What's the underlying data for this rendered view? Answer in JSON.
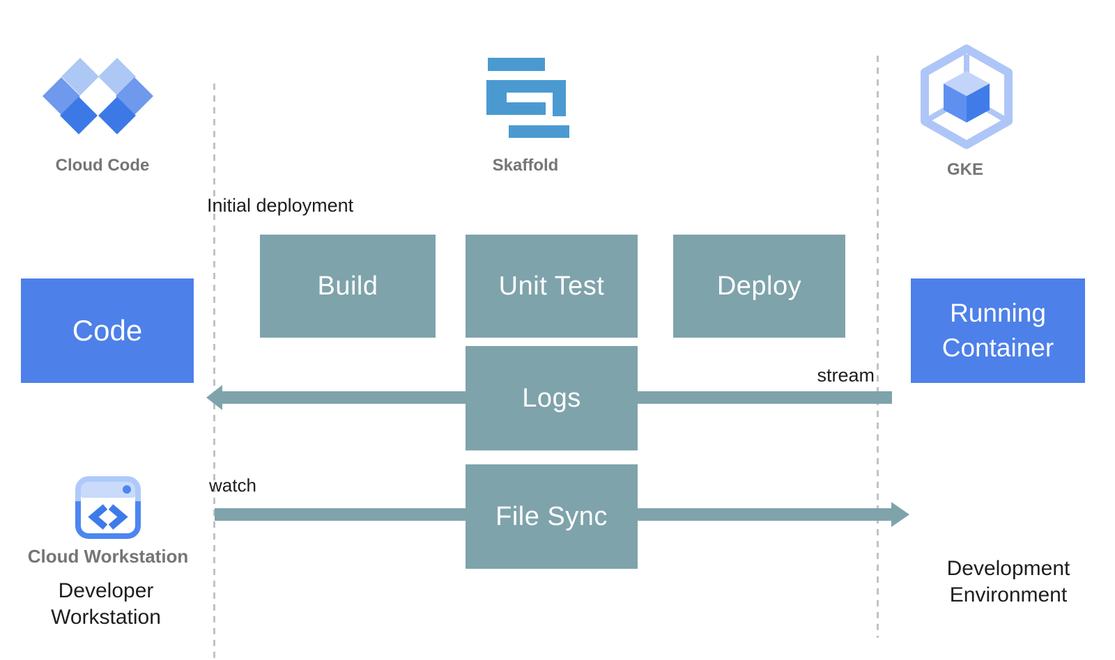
{
  "colors": {
    "background": "#ffffff",
    "process_box": "#7FA3AB",
    "arrow": "#7FA3AB",
    "endpoint_box": "#4D80E9",
    "icon_label_gray": "#757575",
    "text_black": "#1E1E1E",
    "skaffold_blue": "#4A9AD1",
    "cloud_code_light": "#ADC8F4",
    "cloud_code_mid": "#6E99EC",
    "cloud_code_dark": "#3D79E6",
    "gke_outline": "#AEC6F7",
    "gke_cube_top": "#C3D4F9",
    "gke_cube_left": "#5F90F0",
    "gke_cube_right": "#417BE9",
    "workstation_frame_light": "#AFCAF8",
    "workstation_frame_dark": "#4C86F0",
    "workstation_titlebar": "#C9DAFB",
    "workstation_chevrons": "#3D7BE8",
    "divider_gray": "#BFC3C6"
  },
  "header": {
    "cloud_code_label": "Cloud Code",
    "skaffold_label": "Skaffold",
    "gke_label": "GKE"
  },
  "flow": {
    "initial_deployment_label": "Initial deployment",
    "stream_label": "stream",
    "watch_label": "watch",
    "boxes": {
      "code": "Code",
      "build": "Build",
      "unit_test": "Unit Test",
      "deploy": "Deploy",
      "logs": "Logs",
      "file_sync": "File Sync",
      "running_container": "Running Container"
    }
  },
  "footer": {
    "cloud_workstation_label": "Cloud Workstation",
    "developer_workstation_label": "Developer Workstation",
    "development_environment_label": "Development Environment"
  }
}
